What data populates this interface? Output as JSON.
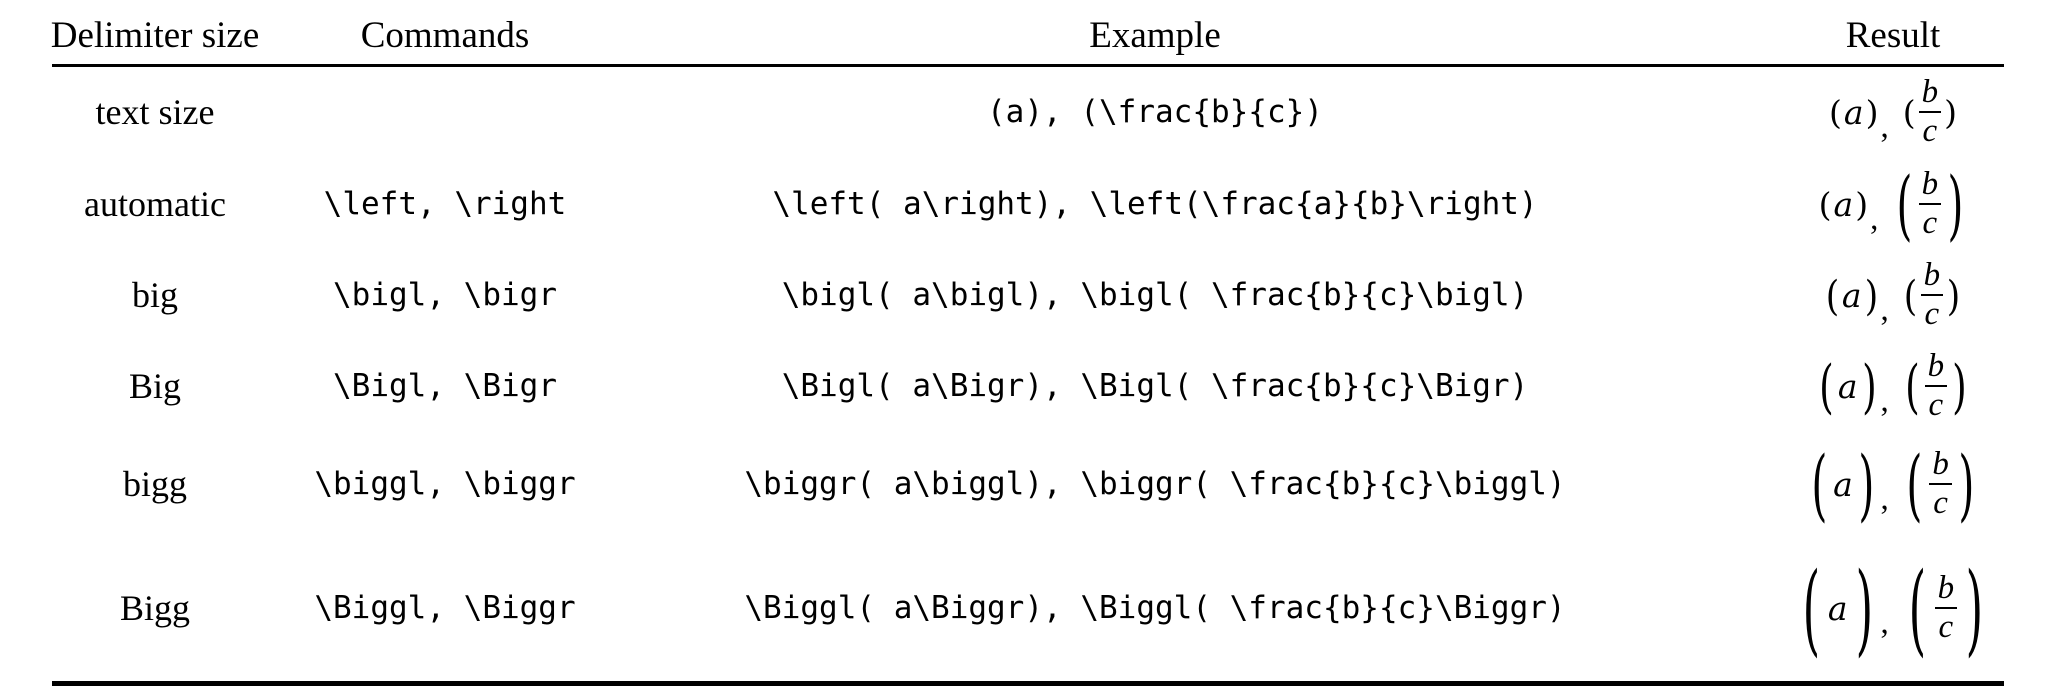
{
  "table": {
    "headers": [
      "Delimiter size",
      "Commands",
      "Example",
      "Result"
    ],
    "result_math": {
      "variable": "a",
      "separator": ",",
      "numerator": "b",
      "denominator": "c",
      "open_paren": "(",
      "close_paren": ")"
    },
    "rows": [
      {
        "size_label": "text size",
        "commands": "",
        "example": "(a), (\\frac{b}{c})",
        "result_tier": "text"
      },
      {
        "size_label": "automatic",
        "commands": "\\left, \\right",
        "example": "\\left( a\\right), \\left(\\frac{a}{b}\\right)",
        "result_tier": "auto"
      },
      {
        "size_label": "big",
        "commands": "\\bigl, \\bigr",
        "example": "\\bigl( a\\bigl), \\bigl( \\frac{b}{c}\\bigl)",
        "result_tier": "big"
      },
      {
        "size_label": "Big",
        "commands": "\\Bigl, \\Bigr",
        "example": "\\Bigl( a\\Bigr), \\Bigl( \\frac{b}{c}\\Bigr)",
        "result_tier": "Big"
      },
      {
        "size_label": "bigg",
        "commands": "\\biggl, \\biggr",
        "example": "\\biggr( a\\biggl), \\biggr( \\frac{b}{c}\\biggl)",
        "result_tier": "bigg"
      },
      {
        "size_label": "Bigg",
        "commands": "\\Biggl, \\Biggr",
        "example": "\\Biggl( a\\Biggr), \\Biggl( \\frac{b}{c}\\Biggr)",
        "result_tier": "Bigg"
      }
    ],
    "colors": {
      "text": "#000000",
      "background": "#ffffff"
    }
  }
}
